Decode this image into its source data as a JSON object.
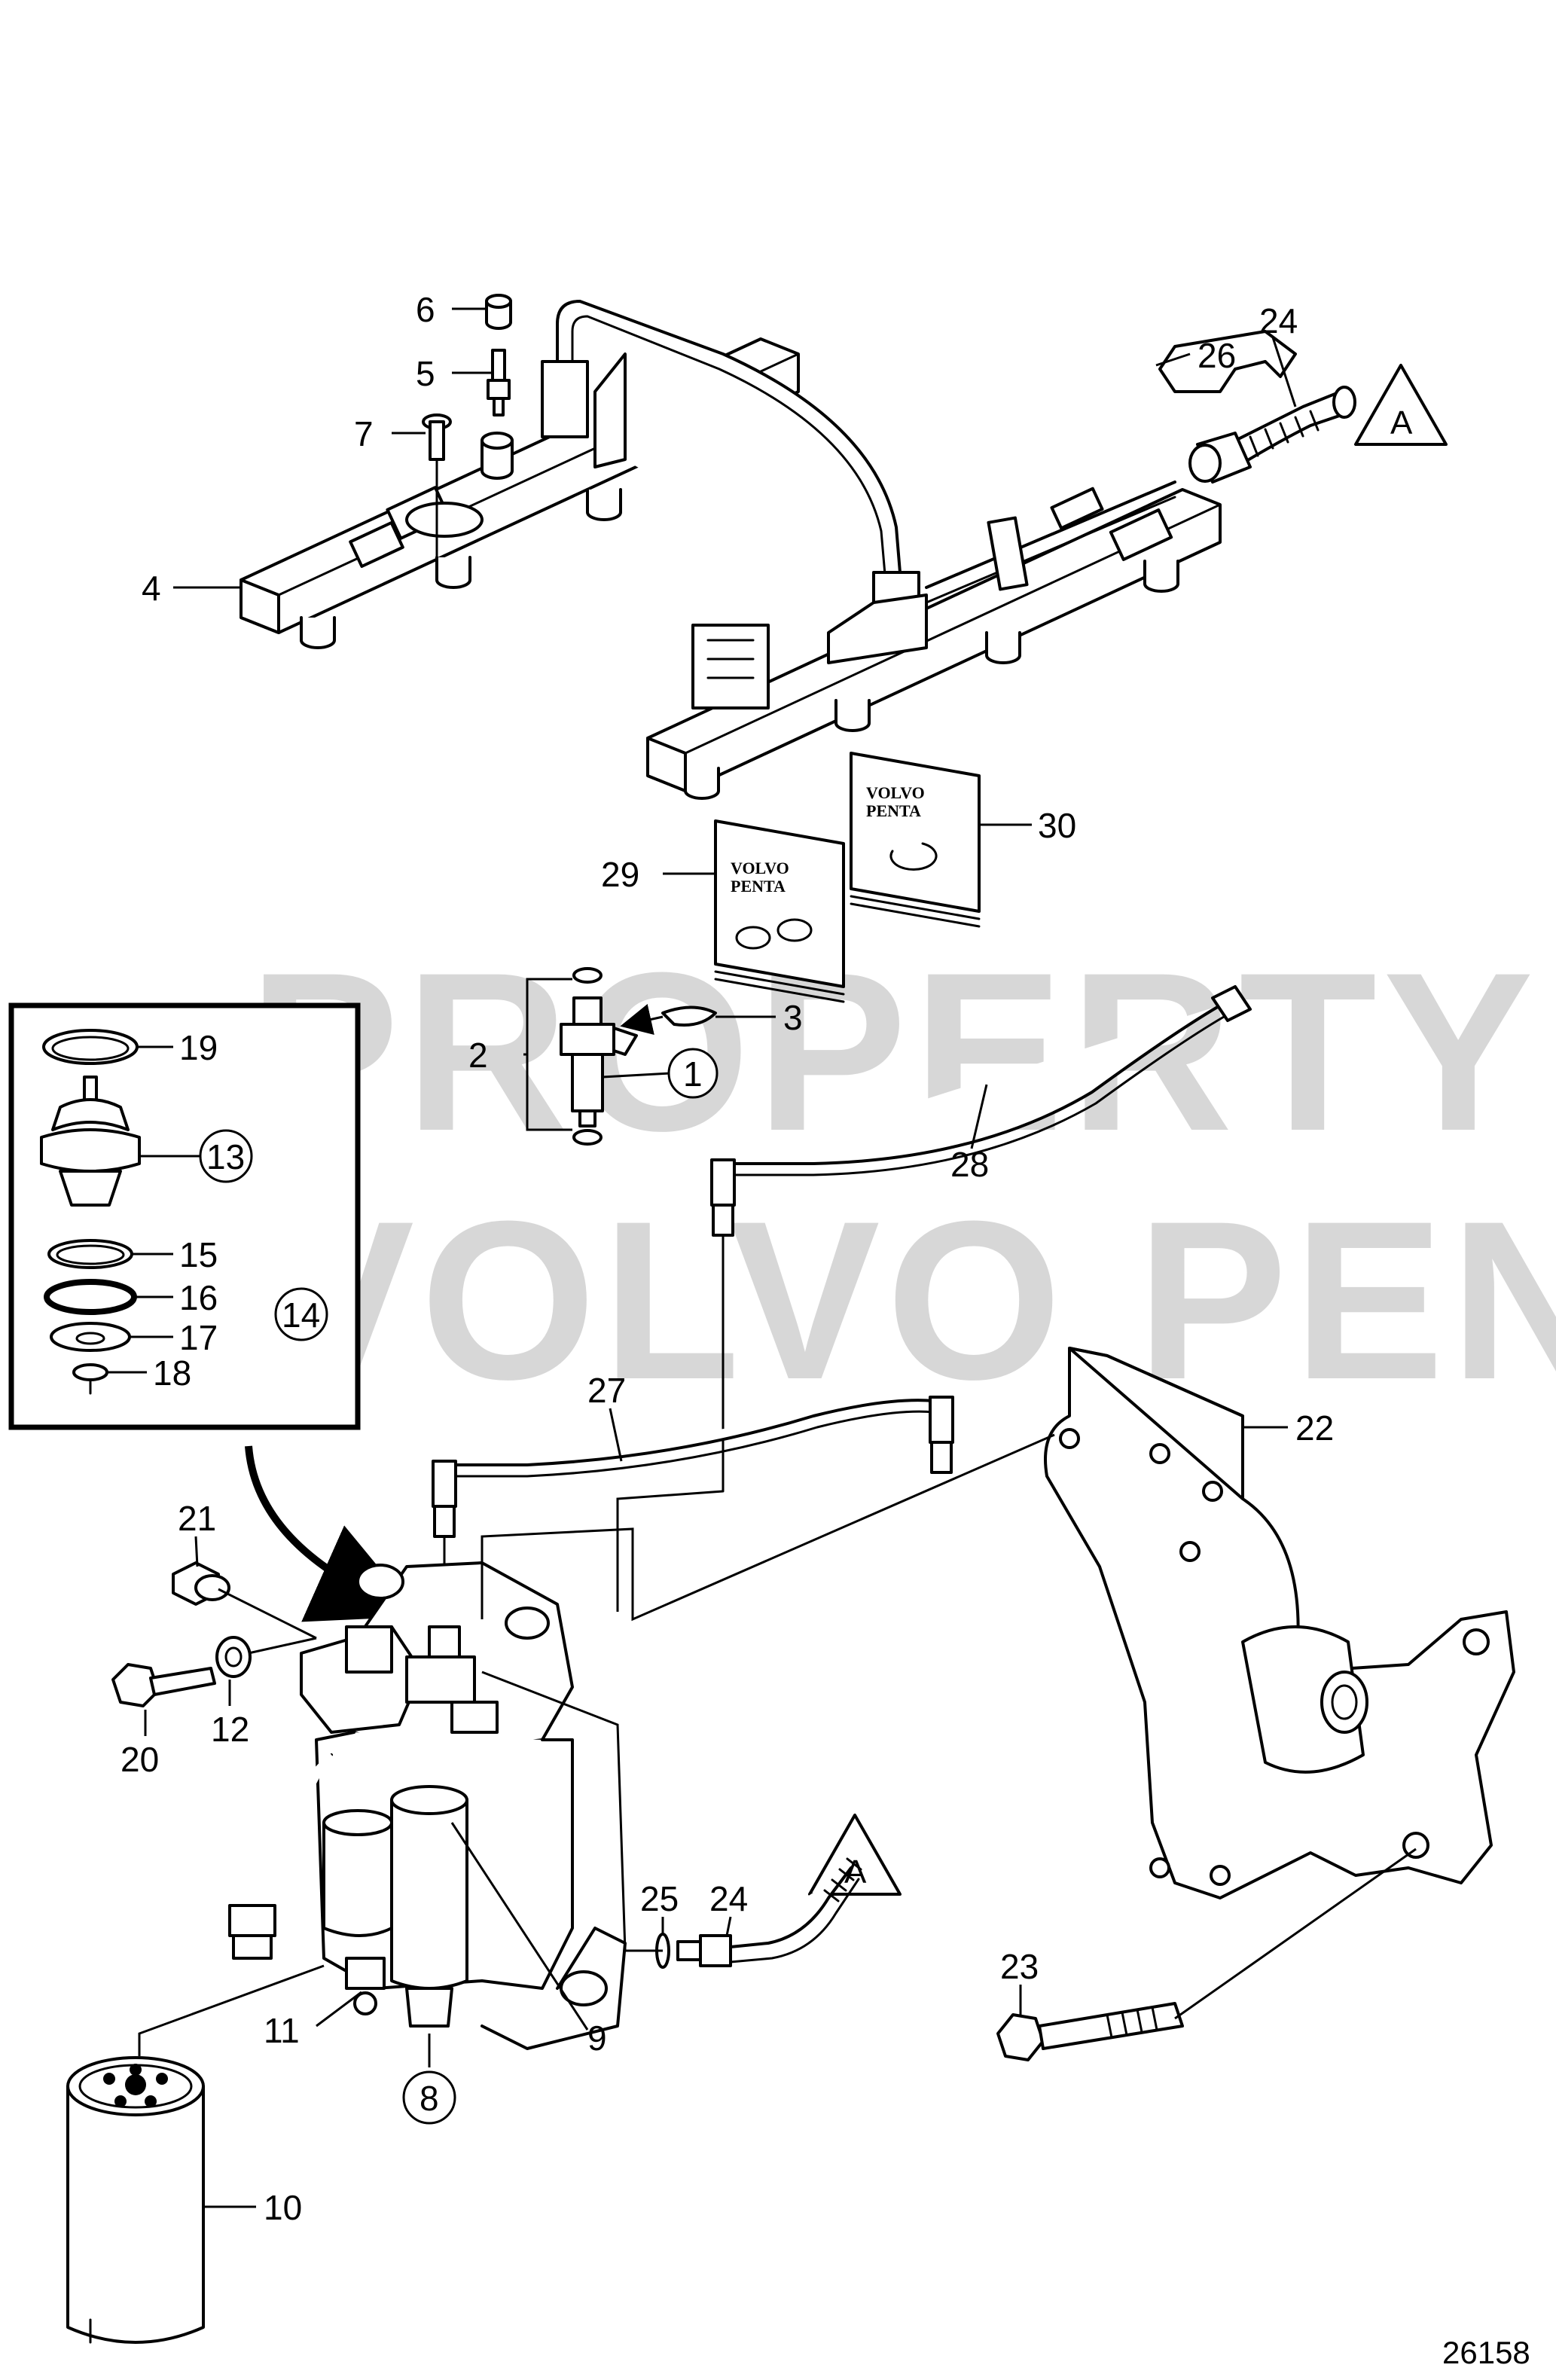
{
  "watermark": {
    "line1": "PROPERTY OF",
    "line2": "VOLVO PENTA"
  },
  "kits": {
    "brand_line1": "VOLVO",
    "brand_line2": "PENTA"
  },
  "references": {
    "a_top": "A",
    "a_bottom": "A"
  },
  "callouts": {
    "c1": "1",
    "c2": "2",
    "c3": "3",
    "c4": "4",
    "c5": "5",
    "c6": "6",
    "c7": "7",
    "c8": "8",
    "c9": "9",
    "c10": "10",
    "c11": "11",
    "c12": "12",
    "c13": "13",
    "c14": "14",
    "c15": "15",
    "c16": "16",
    "c17": "17",
    "c18": "18",
    "c19": "19",
    "c20": "20",
    "c21": "21",
    "c22": "22",
    "c23": "23",
    "c24a": "24",
    "c24b": "24",
    "c25": "25",
    "c26": "26",
    "c27": "27",
    "c28": "28",
    "c29": "29",
    "c30": "30"
  },
  "figure_number": "26158"
}
